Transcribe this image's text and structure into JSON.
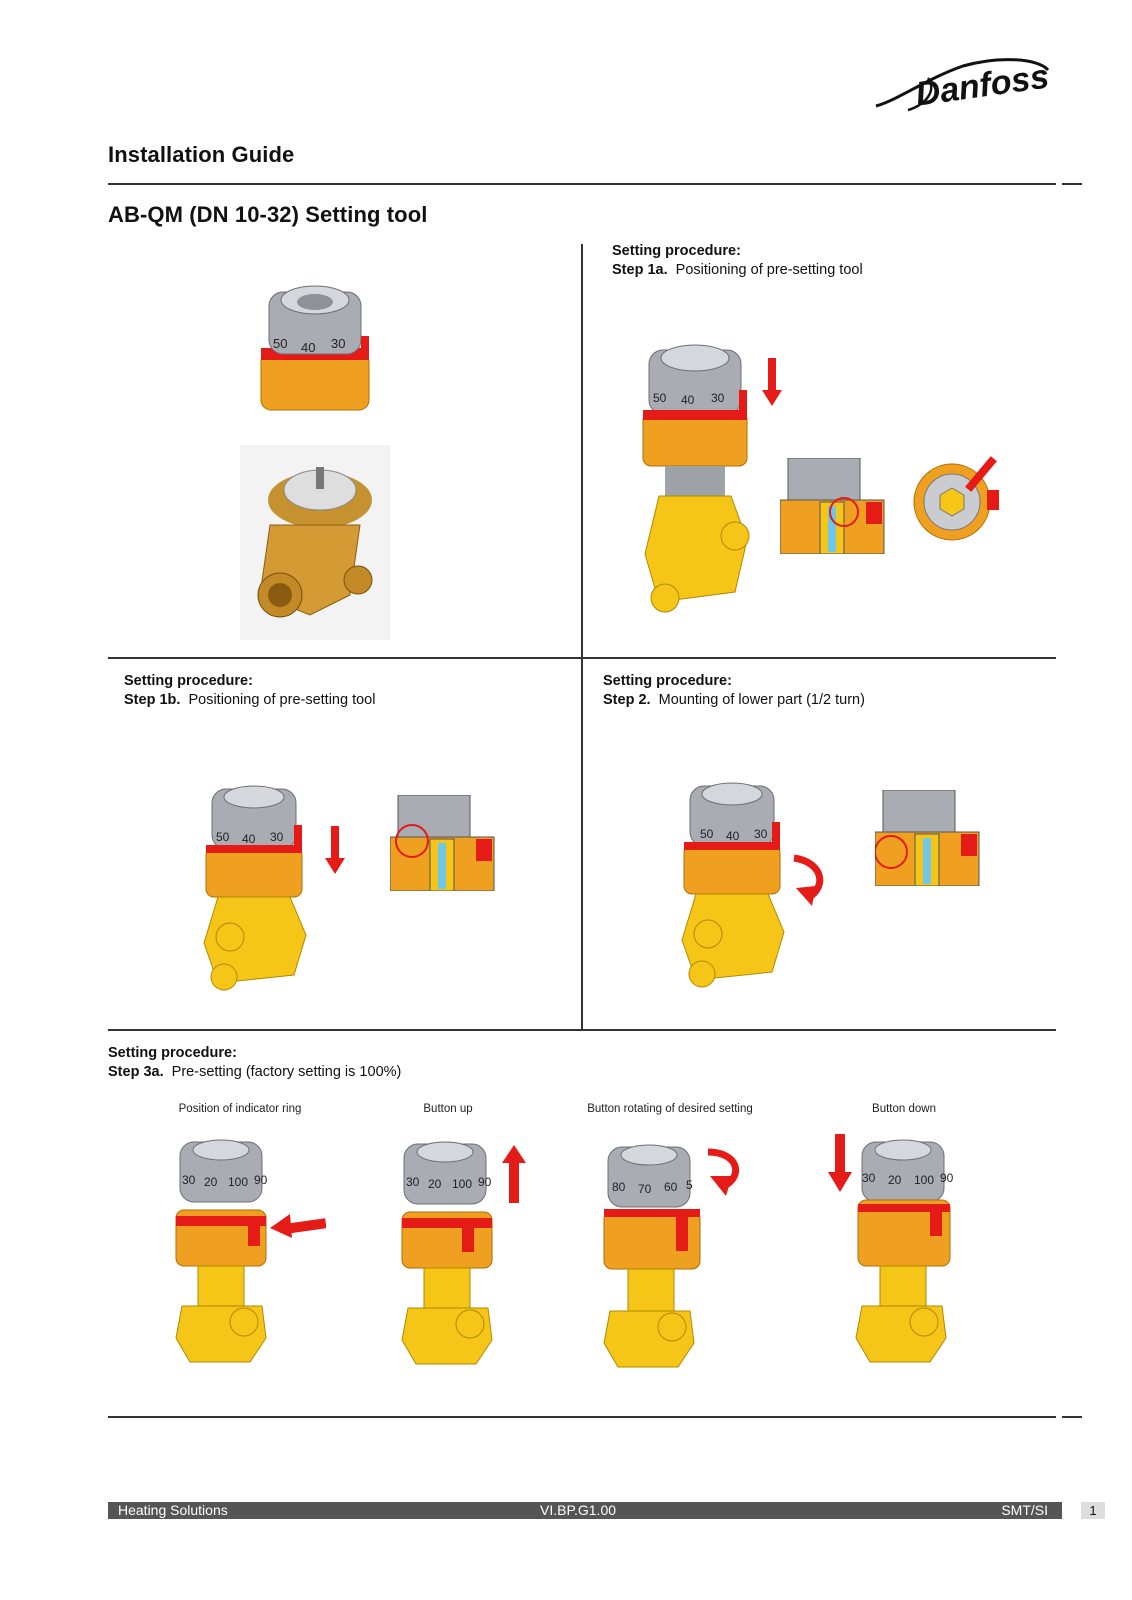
{
  "brand": {
    "logo_text": "Danfoss"
  },
  "header": {
    "doc_type": "Installation Guide",
    "title": "AB-QM (DN 10-32) Setting tool"
  },
  "sections": {
    "step1a": {
      "heading": "Setting procedure:",
      "step": "Step 1a.",
      "text": "Positioning of pre-setting tool"
    },
    "step1b": {
      "heading": "Setting procedure:",
      "step": "Step 1b.",
      "text": "Positioning of pre-setting tool"
    },
    "step2": {
      "heading": "Setting procedure:",
      "step": "Step 2.",
      "text": "Mounting of lower part (1/2 turn)"
    },
    "step3a": {
      "heading": "Setting procedure:",
      "step": "Step 3a.",
      "text": "Pre-setting (factory setting is 100%)"
    }
  },
  "step3_captions": [
    "Position of indicator ring",
    "Button up",
    "Button rotating of desired setting",
    "Button down"
  ],
  "dial_labels": {
    "tool": [
      "50",
      "40",
      "30"
    ],
    "step3_a": [
      "30",
      "20",
      "100",
      "90"
    ],
    "step3_c": [
      "80",
      "70",
      "60",
      "5"
    ]
  },
  "footer": {
    "left": "Heating Solutions",
    "center": "VI.BP.G1.00",
    "right": "SMT/SI",
    "page": "1"
  },
  "colors": {
    "brass": "#f0a020",
    "yellow": "#f5c518",
    "gray_cap": "#a9adb3",
    "red": "#e41b17",
    "footer_bar": "#555555"
  }
}
